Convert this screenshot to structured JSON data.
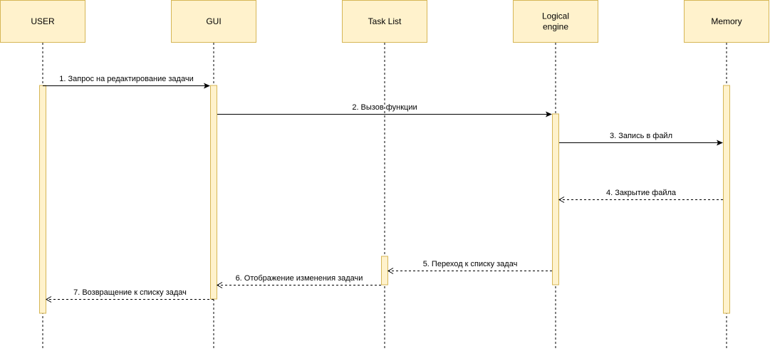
{
  "actors": [
    {
      "id": "user",
      "label": [
        "USER"
      ]
    },
    {
      "id": "gui",
      "label": [
        "GUI"
      ]
    },
    {
      "id": "tasklist",
      "label": [
        "Task List"
      ]
    },
    {
      "id": "logic",
      "label": [
        "Logical",
        "engine"
      ]
    },
    {
      "id": "memory",
      "label": [
        "Memory"
      ]
    }
  ],
  "messages": [
    {
      "from": "user",
      "to": "gui",
      "label": "1. Запрос на редактирование задачи",
      "style": "solid"
    },
    {
      "from": "gui",
      "to": "logic",
      "label": "2. Вызов функции",
      "style": "solid"
    },
    {
      "from": "logic",
      "to": "memory",
      "label": "3. Запись в файл",
      "style": "solid"
    },
    {
      "from": "memory",
      "to": "logic",
      "label": "4. Закрытие файла",
      "style": "dashed"
    },
    {
      "from": "logic",
      "to": "tasklist",
      "label": "5. Переход к списку задач",
      "style": "dashed"
    },
    {
      "from": "tasklist",
      "to": "gui",
      "label": "6. Отображение изменения задачи",
      "style": "dashed"
    },
    {
      "from": "gui",
      "to": "user",
      "label": "7. Возвращение к списку задач",
      "style": "dashed"
    }
  ]
}
